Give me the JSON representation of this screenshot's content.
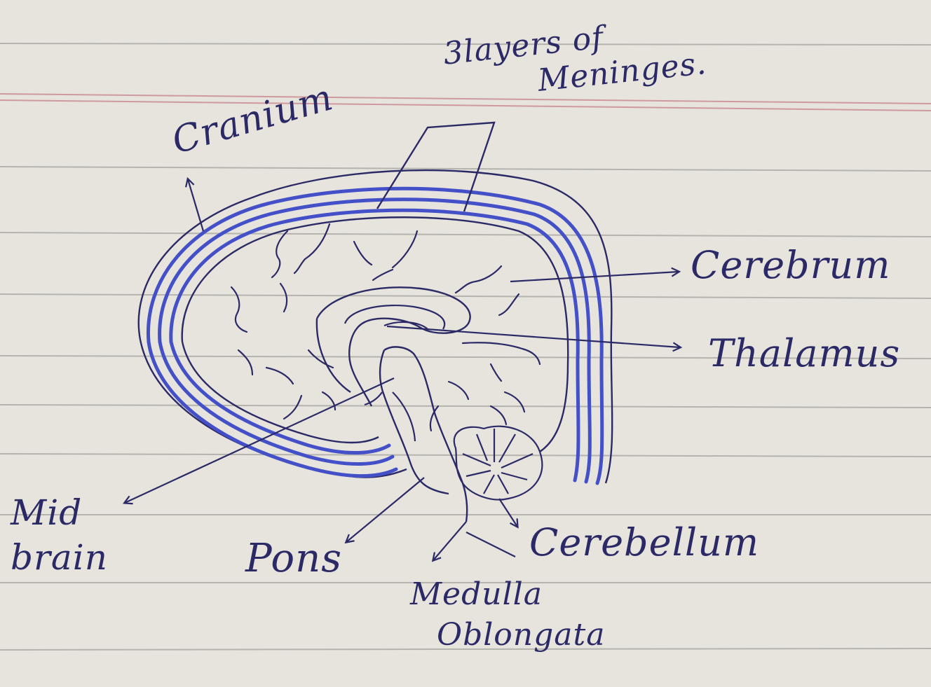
{
  "colors": {
    "paper": "#e6e4dc",
    "ruling": "#b4b3ae",
    "margin_line": "#cf9a9e",
    "ink": "#2c2a66",
    "blue_ink": "#4450c8"
  },
  "labels": {
    "meninges_line1": "3layers of",
    "meninges_line2": "Meninges.",
    "cranium": "Cranium",
    "cerebrum": "Cerebrum",
    "thalamus": "Thalamus",
    "midbrain_line1": "Mid",
    "midbrain_line2": "brain",
    "pons": "Pons",
    "cerebellum": "Cerebellum",
    "medulla_line1": "Medulla",
    "medulla_line2": "Oblongata"
  }
}
